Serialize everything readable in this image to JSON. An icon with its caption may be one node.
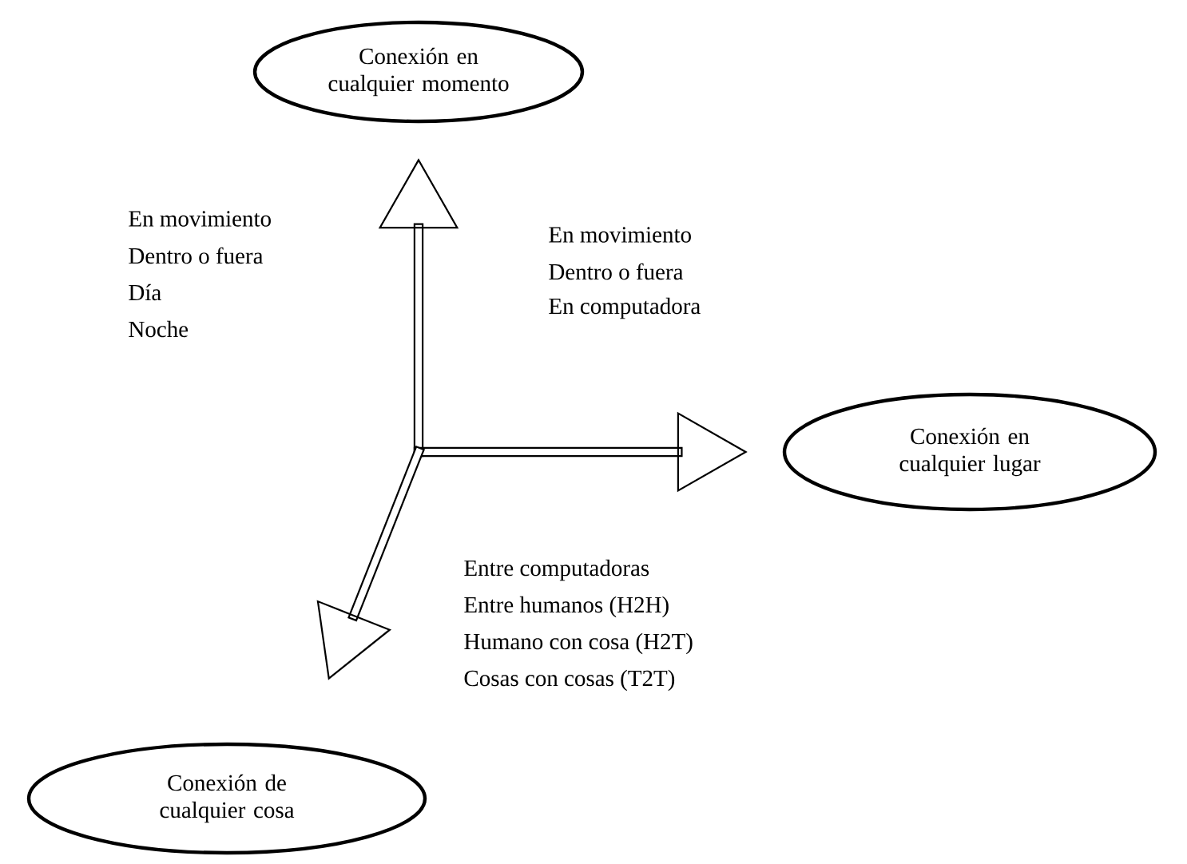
{
  "diagram": {
    "nodes": [
      {
        "text": [
          "Conexión en cualquier momento"
        ]
      },
      {
        "text": [
          "Conexión en cualquier lugar"
        ]
      },
      {
        "text": [
          "Conexión de cualquier cosa"
        ]
      }
    ],
    "edges": [
      {
        "from": null,
        "to": 0,
        "arrow": "to"
      },
      {
        "from": null,
        "to": 1,
        "arrow": "to"
      },
      {
        "from": null,
        "to": 2,
        "arrow": "to"
      }
    ],
    "labels": [
      "En movimiento",
      "Dentro o fuera",
      "Día",
      "Noche",
      "En movimiento",
      "Dentro o fuera",
      "En computadora",
      "Entre computadoras",
      "Entre humanos (H2H)",
      "Humano con cosa (H2T)",
      "Cosas con cosas (T2T)"
    ]
  }
}
